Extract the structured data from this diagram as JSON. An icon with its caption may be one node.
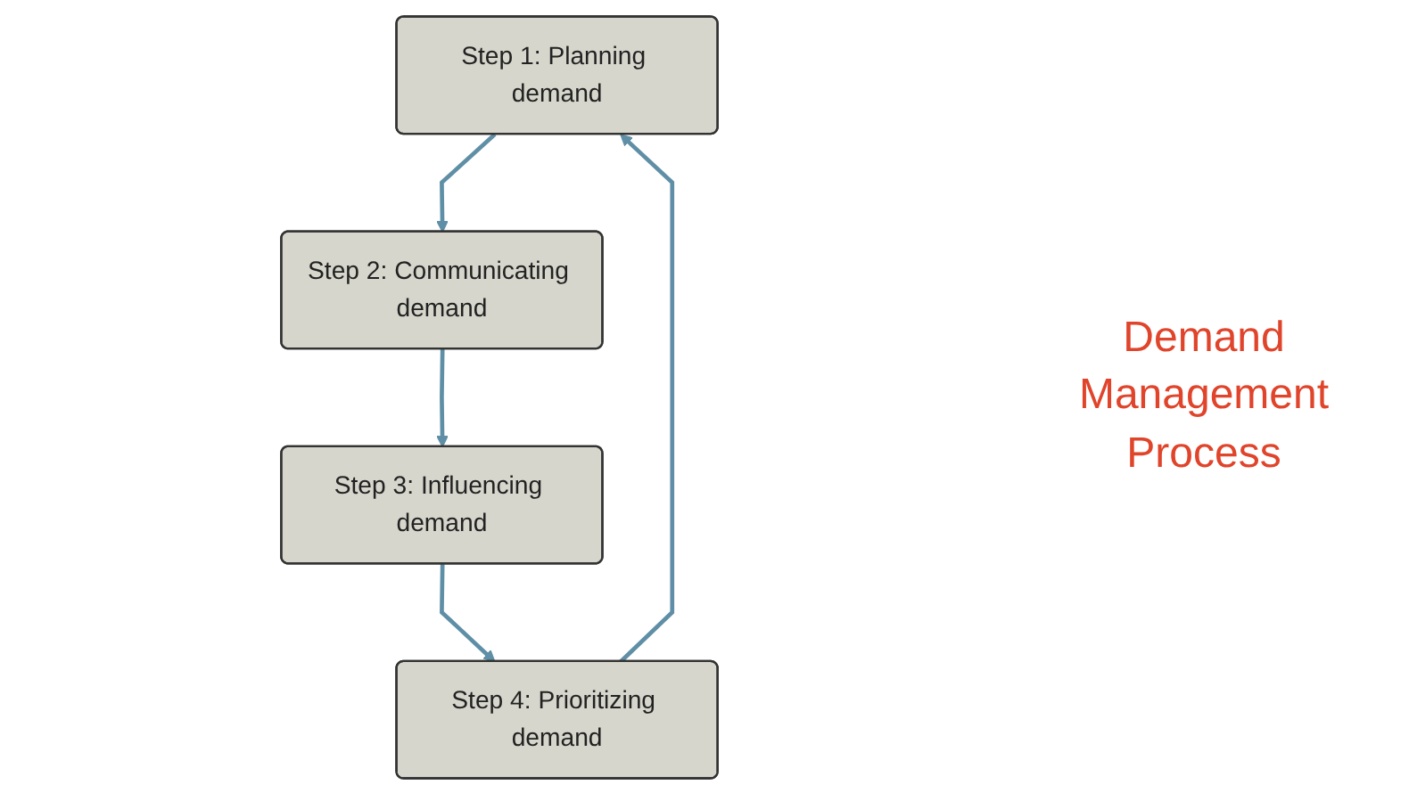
{
  "diagram": {
    "nodes": [
      {
        "text": [
          "Step 1: Planning demand"
        ]
      },
      {
        "text": [
          "Step 2: Communicating demand"
        ]
      },
      {
        "text": [
          "Step 3: Influencing demand"
        ]
      },
      {
        "text": [
          "Step 4: Prioritizing demand"
        ]
      }
    ],
    "edges": [
      {
        "from": 0,
        "to": 1,
        "arrow": "to"
      },
      {
        "from": 1,
        "to": 2,
        "arrow": "to"
      },
      {
        "from": 2,
        "to": 3,
        "arrow": "to"
      },
      {
        "from": 3,
        "to": 0,
        "arrow": "to"
      }
    ],
    "labels": [
      "Demand Management Process"
    ]
  }
}
